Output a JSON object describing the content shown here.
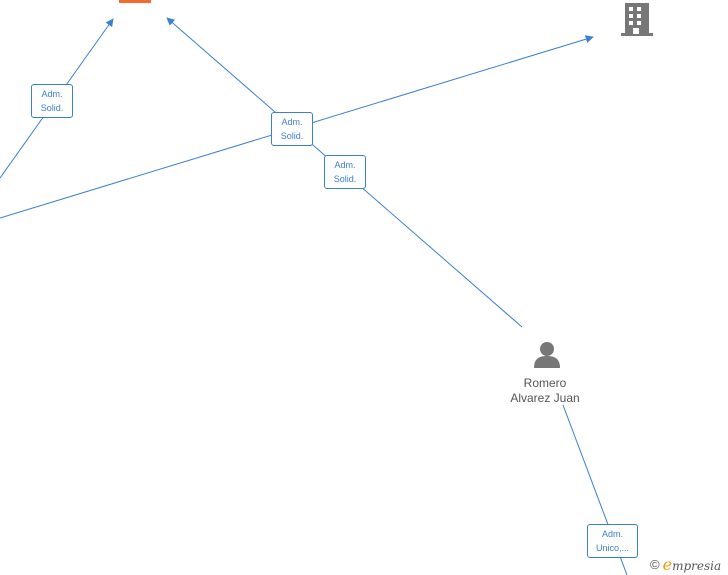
{
  "colors": {
    "edge": "#3a7fd0",
    "node_person": "#777777",
    "node_company": "#777777",
    "node_highlight": "#f26a2e",
    "brand_accent": "#f39c12"
  },
  "nodes": {
    "person": {
      "icon": "person-icon",
      "name_line1": "Romero",
      "name_line2": "Alvarez Juan"
    },
    "company_top_right": {
      "icon": "building-icon"
    },
    "company_top_center": {
      "icon": "company-icon"
    }
  },
  "relations": [
    {
      "line1": "Adm.",
      "line2": "Solid."
    },
    {
      "line1": "Adm.",
      "line2": "Solid."
    },
    {
      "line1": "Adm.",
      "line2": "Solid."
    },
    {
      "line1": "Adm.",
      "line2": "Unico,..."
    }
  ],
  "brand": {
    "copyright": "©",
    "e": "e",
    "rest": "mpresia"
  }
}
